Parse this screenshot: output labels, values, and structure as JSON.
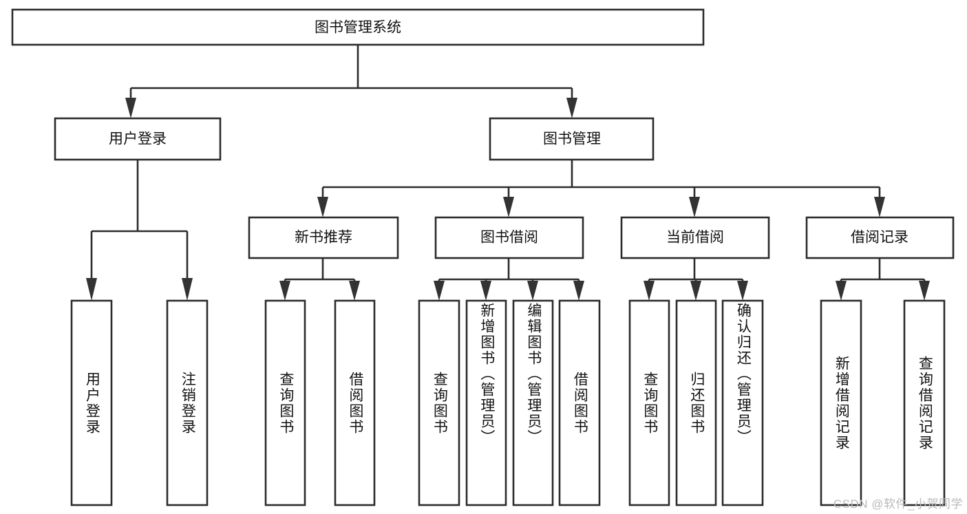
{
  "diagram": {
    "type": "tree",
    "title": "图书管理系统",
    "orientation": "top-down",
    "colors": {
      "box_fill": "#ffffff",
      "box_stroke": "#2b2b2b",
      "text": "#111111",
      "background": "#ffffff",
      "watermark": "#b9b9b9"
    },
    "root": {
      "label": "图书管理系统"
    },
    "level2": [
      {
        "label": "用户登录"
      },
      {
        "label": "图书管理"
      }
    ],
    "level3": [
      {
        "label": "新书推荐"
      },
      {
        "label": "图书借阅"
      },
      {
        "label": "当前借阅"
      },
      {
        "label": "借阅记录"
      }
    ],
    "leaves": {
      "user_login": [
        {
          "label": "用户登录"
        },
        {
          "label": "注销登录"
        }
      ],
      "new_book": [
        {
          "label": "查询图书"
        },
        {
          "label": "借阅图书"
        }
      ],
      "book_borrow": [
        {
          "label": "查询图书"
        },
        {
          "label": "新增图书（管理员）"
        },
        {
          "label": "编辑图书（管理员）"
        },
        {
          "label": "借阅图书"
        }
      ],
      "current_borrow": [
        {
          "label": "查询图书"
        },
        {
          "label": "归还图书"
        },
        {
          "label": "确认归还（管理员）"
        }
      ],
      "borrow_record": [
        {
          "label": "新增借阅记录"
        },
        {
          "label": "查询借阅记录"
        }
      ]
    }
  },
  "watermark": {
    "text": "CSDN @软件_小贺同学"
  }
}
